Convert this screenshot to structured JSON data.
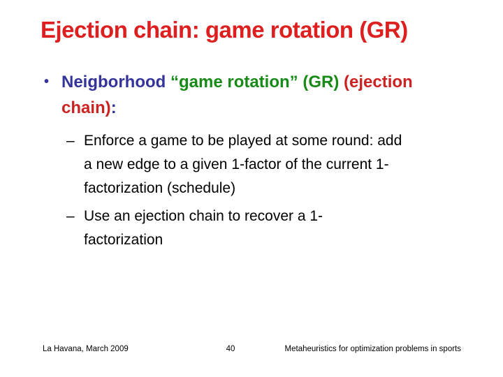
{
  "slide": {
    "title": "Ejection chain: game rotation (GR)",
    "bullet": {
      "marker": "•",
      "line1": {
        "seg_blue": "Neigborhood ",
        "seg_green": "“game rotation” (GR) ",
        "seg_red": "(ejection"
      },
      "line2": {
        "seg_red": "chain)",
        "seg_blue": ":"
      }
    },
    "sub_bullets": {
      "marker": "–",
      "item1": {
        "text": "Enforce a game to be played at some round: add a new edge to a given 1-factor of the current 1-factorization (schedule)",
        "line1": "Enforce a game to be played at some round: add",
        "line2": "a new edge to a given 1-factor of the current 1-",
        "line3": "factorization (schedule)"
      },
      "item2": {
        "text": "Use an ejection chain to recover a 1-factorization",
        "line1": "Use an ejection chain to recover a 1-",
        "line2": "factorization"
      }
    },
    "footer": {
      "left": "La Havana, March 2009",
      "page_number": "40",
      "right": "Metaheuristics for optimization problems in sports"
    },
    "colors": {
      "title_red": "#de1f1f",
      "bullet_red": "#cc2222",
      "bullet_blue": "#333399",
      "bullet_green": "#178a17",
      "body_text": "#000000",
      "background": "#ffffff"
    }
  }
}
